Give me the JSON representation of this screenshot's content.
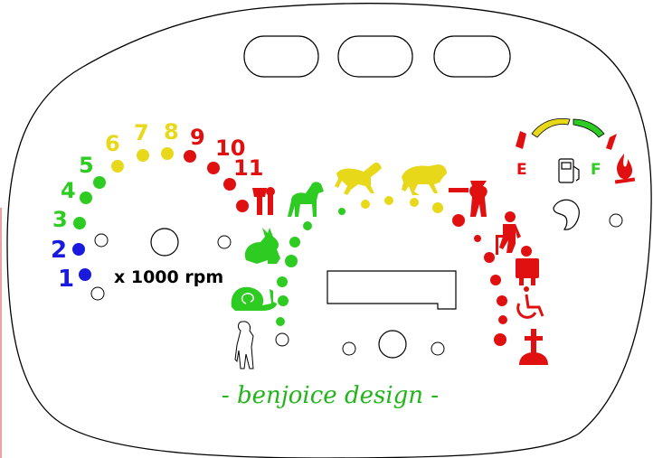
{
  "tacho": {
    "numbers": [
      {
        "label": "1",
        "color": "#1a1adf"
      },
      {
        "label": "2",
        "color": "#1a1adf"
      },
      {
        "label": "3",
        "color": "#2ecc22"
      },
      {
        "label": "4",
        "color": "#2ecc22"
      },
      {
        "label": "5",
        "color": "#2ecc22"
      },
      {
        "label": "6",
        "color": "#e8d81a"
      },
      {
        "label": "7",
        "color": "#e8d81a"
      },
      {
        "label": "8",
        "color": "#e8d81a"
      },
      {
        "label": "9",
        "color": "#e01010"
      },
      {
        "label": "10",
        "color": "#e01010"
      },
      {
        "label": "11",
        "color": "#e01010"
      }
    ],
    "unit_label": "x 1000 rpm"
  },
  "speed_icons": [
    "woman-standing-icon",
    "snail-icon",
    "rabbit-icon",
    "dog-icon",
    "horse-icon",
    "cheetah-icon",
    "hunter-with-gun-icon",
    "old-man-with-cane-icon",
    "hospital-patient-icon",
    "wheelchair-icon",
    "grave-cross-icon"
  ],
  "fuel": {
    "empty_label": "E",
    "full_label": "F",
    "colors": {
      "empty": "#e01010",
      "mid": "#e8d81a",
      "full": "#2ecc22"
    },
    "icons": [
      "fuel-pump-icon",
      "fire-icon"
    ]
  },
  "brand": {
    "text": "- benjoice design -",
    "color": "#22b51a"
  },
  "colors": {
    "blue": "#1a1adf",
    "green": "#2ecc22",
    "yellow": "#e8d81a",
    "red": "#e01010",
    "outline": "#000000"
  }
}
